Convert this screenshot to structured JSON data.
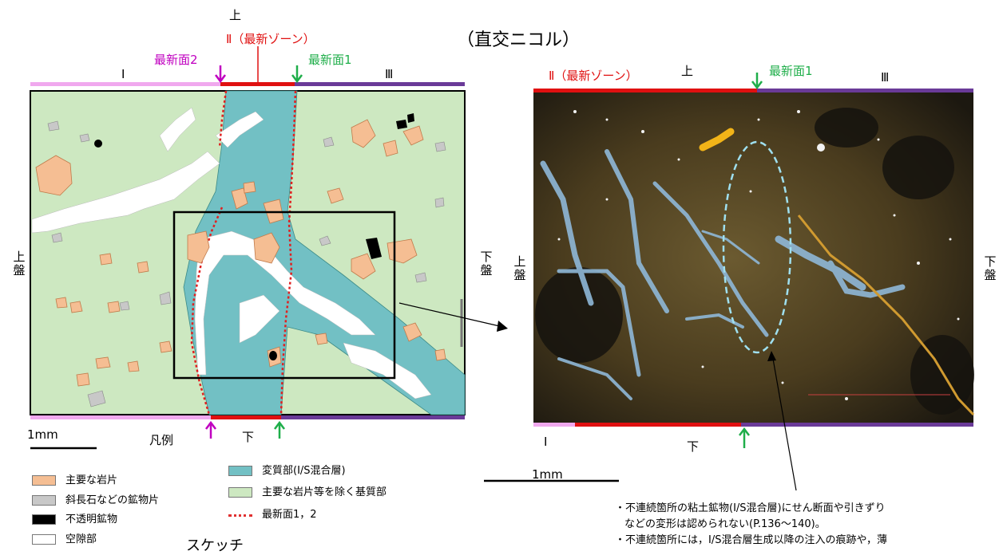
{
  "title": "（直交ニコル）",
  "sketch": {
    "caption": "スケッチ",
    "top_label": "上",
    "bottom_label": "下",
    "left_label": "上盤",
    "right_label": "下盤",
    "zone_label": "Ⅱ（最新ゾーン）",
    "zone_I": "Ⅰ",
    "zone_III": "Ⅲ",
    "surface2": "最新面2",
    "surface1": "最新面1",
    "scale": "1mm"
  },
  "photo": {
    "top_label": "上",
    "bottom_label": "下",
    "left_label": "上盤",
    "right_label": "下盤",
    "zone_label": "Ⅱ（最新ゾーン）",
    "zone_I": "Ⅰ",
    "zone_III": "Ⅲ",
    "surface1": "最新面1",
    "scale": "1mm"
  },
  "legend": {
    "title": "凡例",
    "items": [
      {
        "label": "主要な岩片",
        "color": "#f5be93"
      },
      {
        "label": "斜長石などの鉱物片",
        "color": "#c8c8c8"
      },
      {
        "label": "不透明鉱物",
        "color": "#000000"
      },
      {
        "label": "空隙部",
        "color": "#ffffff"
      },
      {
        "label": "変質部(I/S混合層)",
        "color": "#72c0c4"
      },
      {
        "label": "主要な岩片等を除く基質部",
        "color": "#cde8c1"
      },
      {
        "label": "最新面1，2",
        "color": "#e03030"
      }
    ]
  },
  "notes": [
    "・不連続箇所の粘土鉱物(I/S混合層)にせん断面や引きずり",
    "などの変形は認められない(P.136～140)。",
    "・不連続箇所には，I/S混合層生成以降の注入の痕跡や，薄"
  ],
  "colors": {
    "zone_I": "#f0a8ee",
    "zone_II": "#e01010",
    "zone_III": "#6a3a98",
    "magenta_arrow": "#c000c0",
    "green_arrow": "#1fae4a",
    "matrix": "#cde8c1",
    "altered": "#72c0c4"
  }
}
